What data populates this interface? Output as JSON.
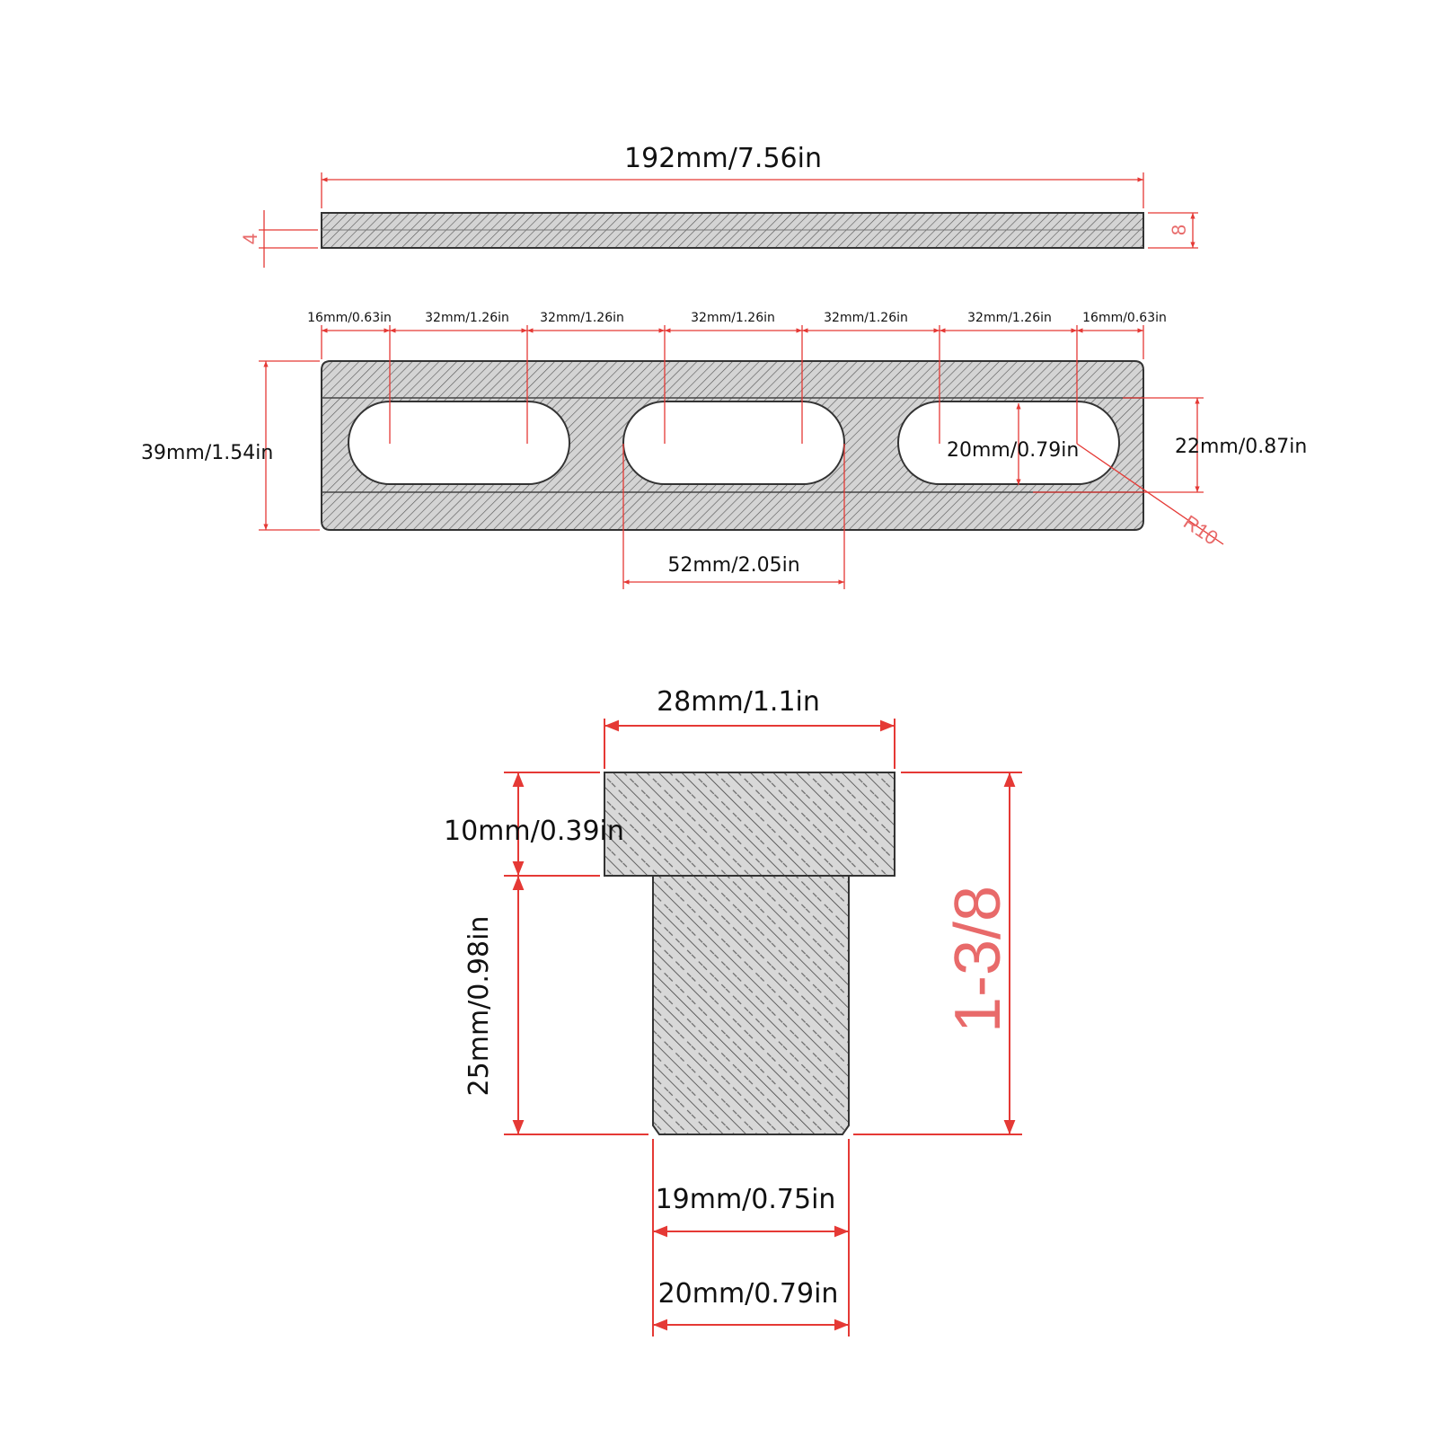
{
  "top_view": {
    "overall_length": "192mm/7.56in",
    "left_thickness": "4",
    "right_thickness": "8"
  },
  "plate_view": {
    "spacings": [
      "16mm/0.63in",
      "32mm/1.26in",
      "32mm/1.26in",
      "32mm/1.26in",
      "32mm/1.26in",
      "32mm/1.26in",
      "16mm/0.63in"
    ],
    "height": "39mm/1.54in",
    "slot_width": "20mm/0.79in",
    "slot_outer_height": "22mm/0.87in",
    "radius": "R10",
    "slot_length": "52mm/2.05in"
  },
  "stop_view": {
    "head_width": "28mm/1.1in",
    "head_height": "10mm/0.39in",
    "stem_height": "25mm/0.98in",
    "overall_height": "1-3/8",
    "stem_width_top": "19mm/0.75in",
    "stem_width_bottom": "20mm/0.79in"
  },
  "colors": {
    "dimension": "#e53935",
    "part_fill": "#d0d0d0",
    "hatch": "#555555"
  }
}
